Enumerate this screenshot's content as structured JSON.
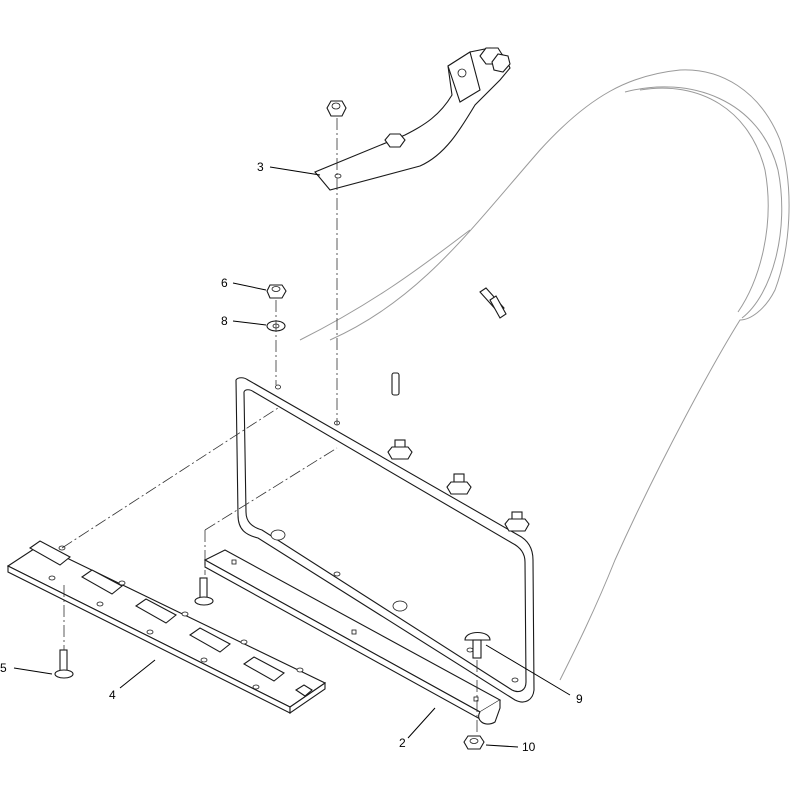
{
  "callouts": {
    "c2": "2",
    "c3": "3",
    "c4": "4",
    "c5": "5",
    "c6": "6",
    "c8": "8",
    "c9": "9",
    "c10": "10"
  }
}
